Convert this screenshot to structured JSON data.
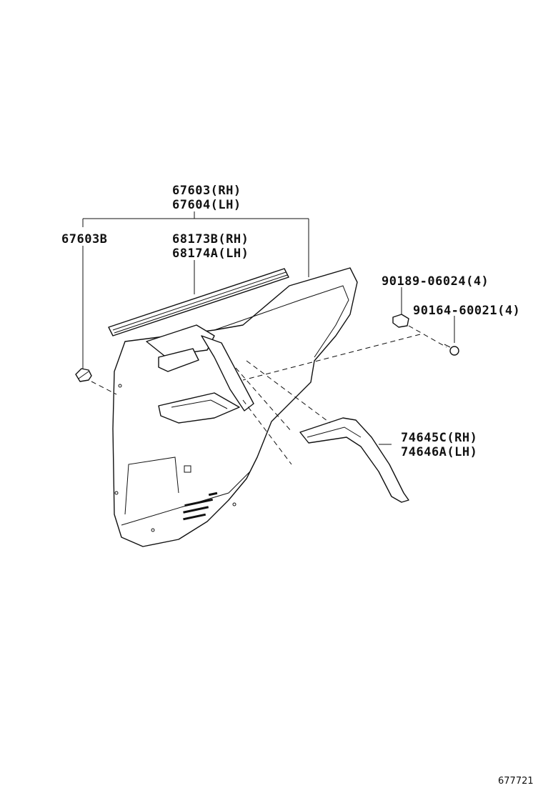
{
  "labels": {
    "trim_board_rh": "67603(RH)",
    "trim_board_lh": "67604(LH)",
    "clip": "67603B",
    "weatherstrip_rh": "68173B(RH)",
    "weatherstrip_lh": "68174A(LH)",
    "retainer": "90189-06024(4)",
    "screw": "90164-60021(4)",
    "armrest_rh": "74645C(RH)",
    "armrest_lh": "74646A(LH)"
  },
  "reference": "677721",
  "colors": {
    "line": "#111111",
    "background": "#ffffff"
  }
}
